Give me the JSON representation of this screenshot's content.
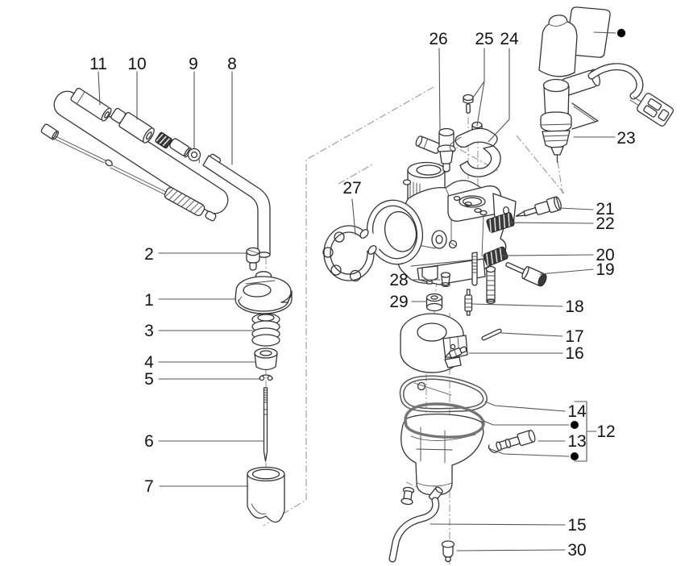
{
  "diagram": {
    "kind": "exploded-parts-diagram",
    "subject": "carburetor assembly exploded view",
    "background_color": "#ffffff",
    "line_color": "#333333",
    "label_color": "#141414",
    "bullet_marker_glyph": "●",
    "bullet_marker_count": 3,
    "labels": {
      "l1": "1",
      "l2": "2",
      "l3": "3",
      "l4": "4",
      "l5": "5",
      "l6": "6",
      "l7": "7",
      "l8": "8",
      "l9": "9",
      "l10": "10",
      "l11": "11",
      "l12": "12",
      "l13": "13",
      "l14": "14",
      "l15": "15",
      "l16": "16",
      "l17": "17",
      "l18": "18",
      "l19": "19",
      "l20": "20",
      "l21": "21",
      "l22": "22",
      "l23": "23",
      "l24": "24",
      "l25": "25",
      "l26": "26",
      "l27": "27",
      "l28": "28",
      "l29": "29",
      "l30": "30"
    }
  }
}
